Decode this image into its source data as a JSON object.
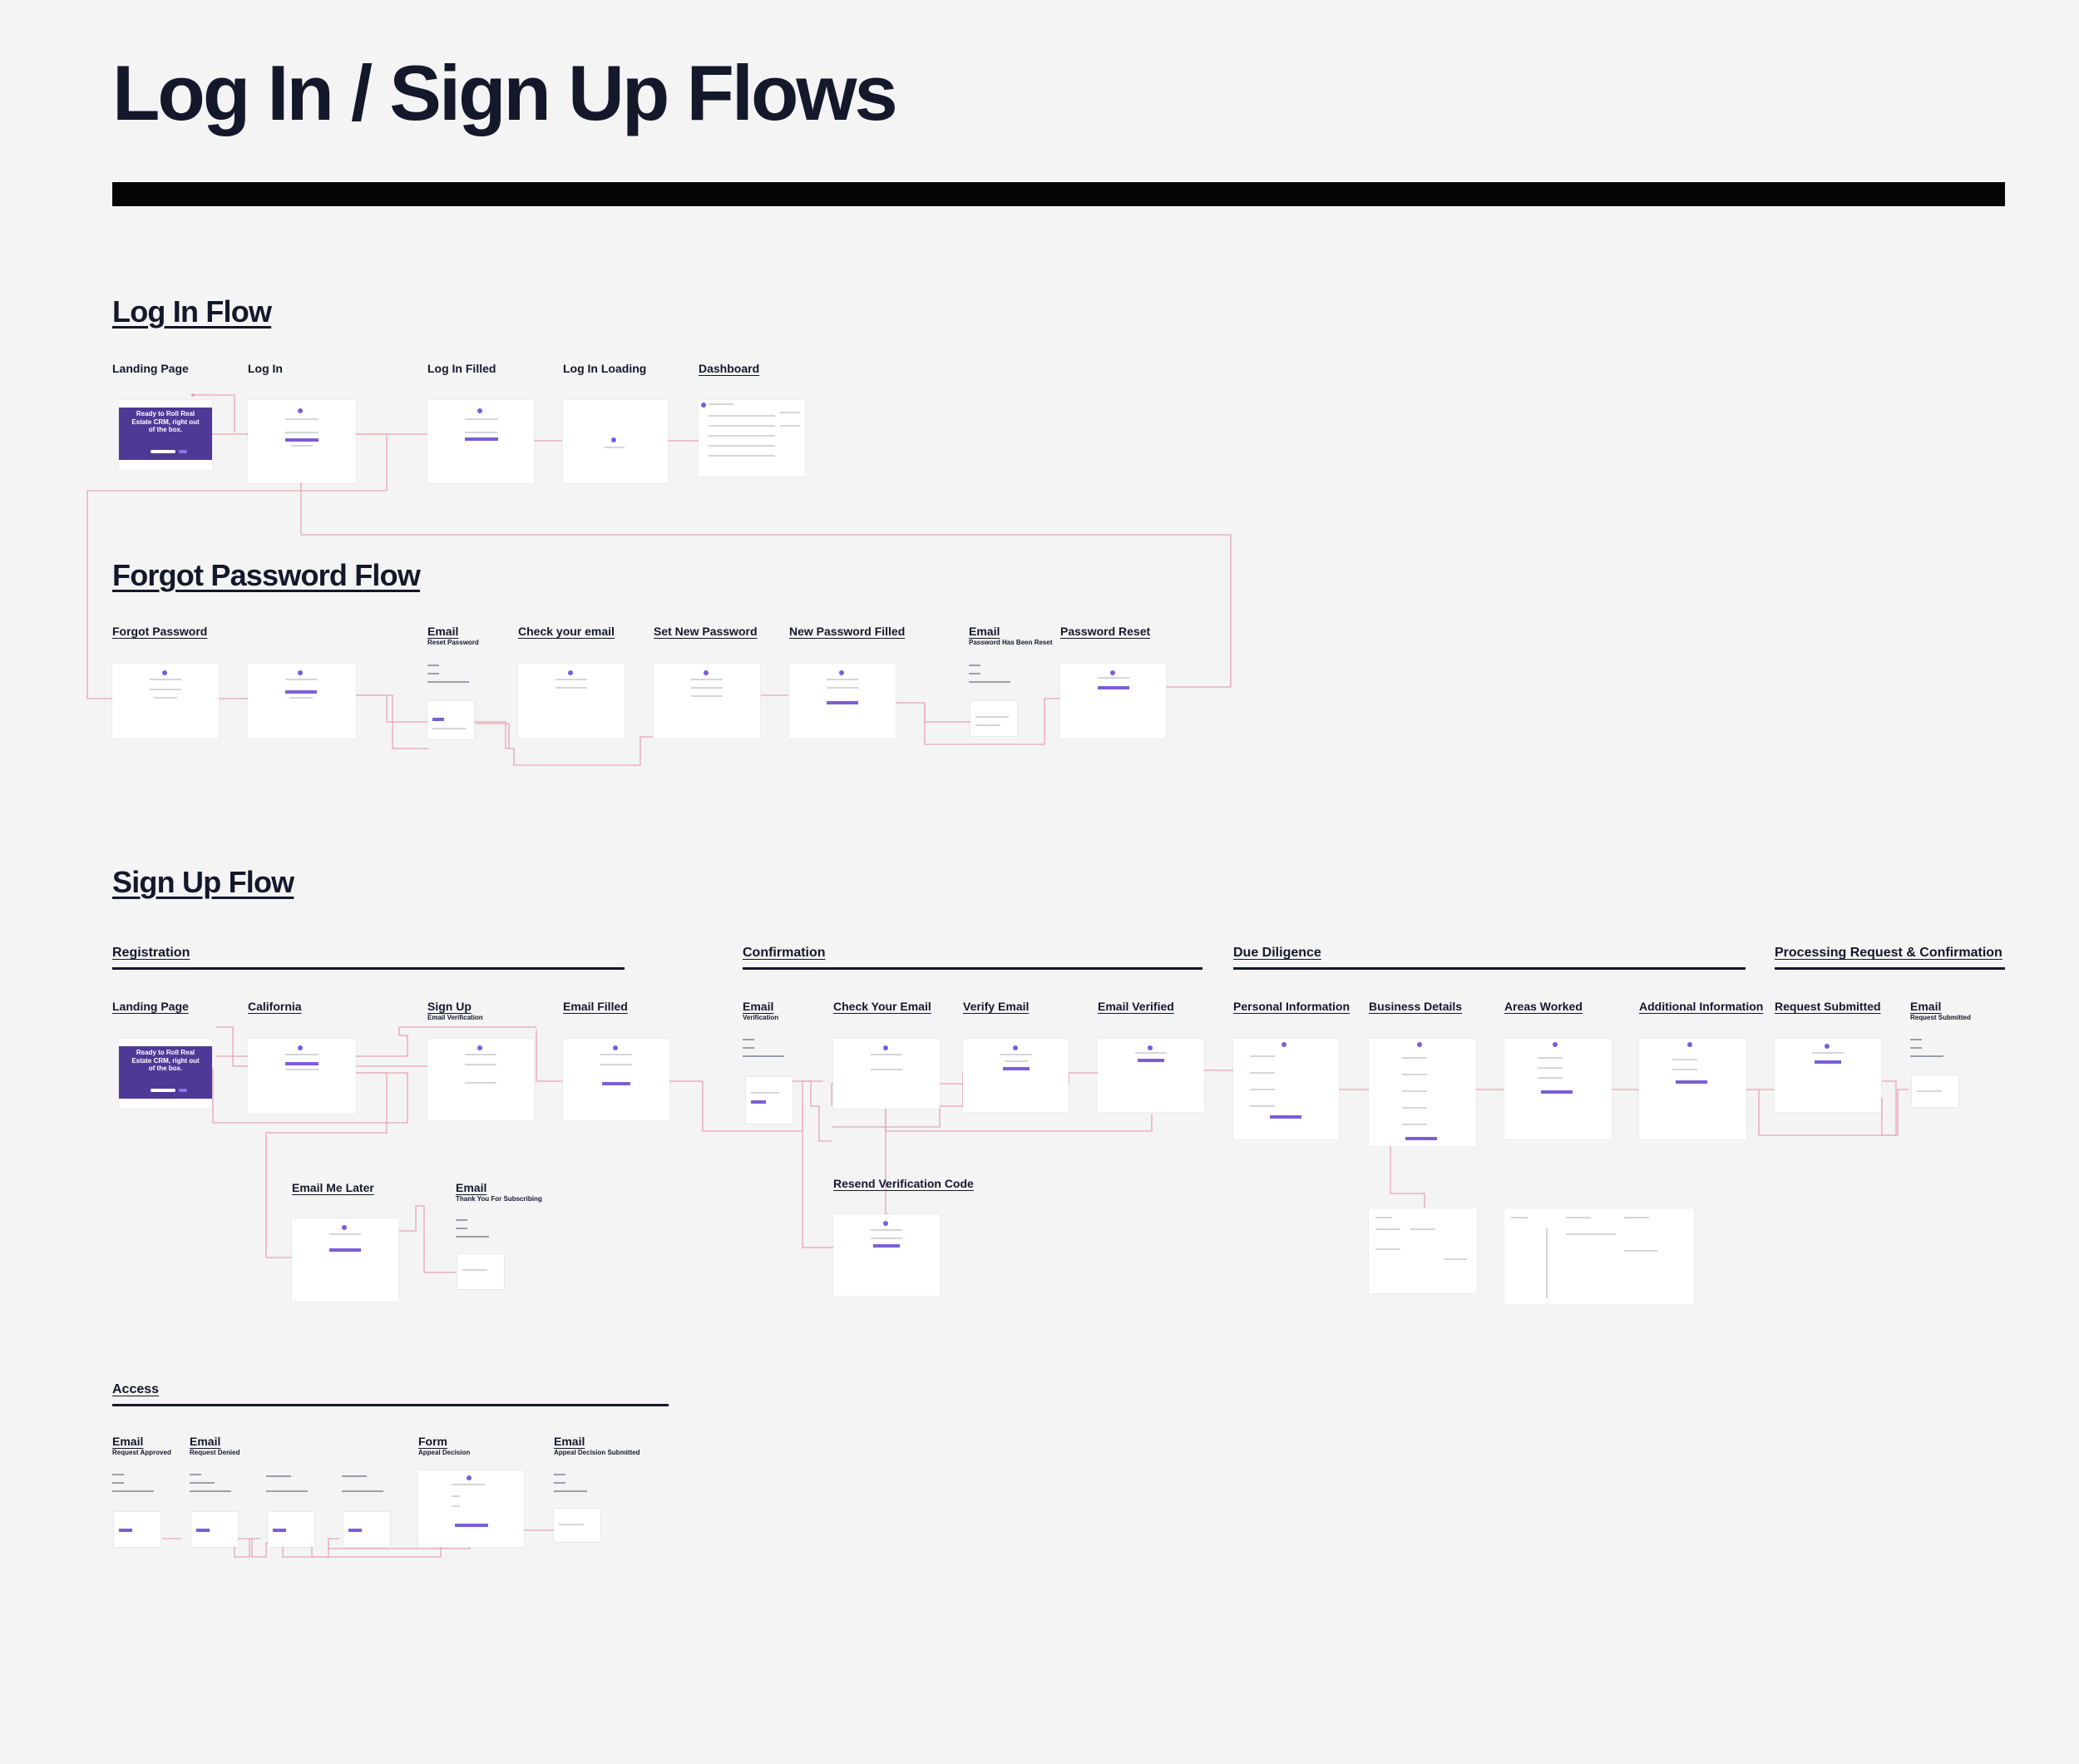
{
  "page": {
    "title": "Log In / Sign Up Flows",
    "accent_color": "#7a5ed9",
    "connector_color": "#e8a5b4",
    "hero_color": "#4e3a96"
  },
  "login_flow": {
    "title": "Log In Flow",
    "screens": {
      "landing_page": "Landing Page",
      "log_in": "Log In",
      "log_in_filled": "Log In Filled",
      "log_in_loading": "Log In Loading",
      "dashboard": "Dashboard"
    },
    "hero_text": "Ready to Roll Real\nEstate CRM, right out\nof the box."
  },
  "forgot_flow": {
    "title": "Forgot Password Flow",
    "screens": {
      "forgot_password": "Forgot Password",
      "email_reset": "Email",
      "email_reset_sub": "Reset Password",
      "check_email": "Check your email",
      "set_new_password": "Set New Password",
      "new_password_filled": "New Password Filled",
      "email_reset_done": "Email",
      "email_reset_done_sub": "Password Has Been Reset",
      "password_reset": "Password Reset"
    }
  },
  "signup_flow": {
    "title": "Sign Up Flow",
    "groups": {
      "registration": "Registration",
      "confirmation": "Confirmation",
      "due_diligence": "Due Diligence",
      "processing": "Processing Request & Confirmation"
    },
    "screens": {
      "landing_page": "Landing Page",
      "california": "California",
      "sign_up": "Sign Up",
      "sign_up_sub": "Email Verification",
      "email_filled": "Email Filled",
      "email_verification": "Email",
      "email_verification_sub": "Verification",
      "check_your_email": "Check Your Email",
      "verify_email": "Verify Email",
      "email_verified": "Email Verified",
      "personal_information": "Personal Information",
      "business_details": "Business Details",
      "areas_worked": "Areas Worked",
      "additional_information": "Additional Information",
      "request_submitted": "Request Submitted",
      "email_request": "Email",
      "email_request_sub": "Request Submitted",
      "email_me_later": "Email Me Later",
      "email_thanks": "Email",
      "email_thanks_sub": "Thank You For Subscribing",
      "resend_code": "Resend Verification Code"
    },
    "hero_text": "Ready to Roll Real\nEstate CRM, right out\nof the box."
  },
  "access": {
    "title": "Access",
    "screens": {
      "email_approved": "Email",
      "email_approved_sub": "Request Approved",
      "email_denied": "Email",
      "email_denied_sub": "Request Denied",
      "form": "Form",
      "form_sub": "Appeal Decision",
      "email_appeal": "Email",
      "email_appeal_sub": "Appeal Decision Submitted"
    }
  }
}
